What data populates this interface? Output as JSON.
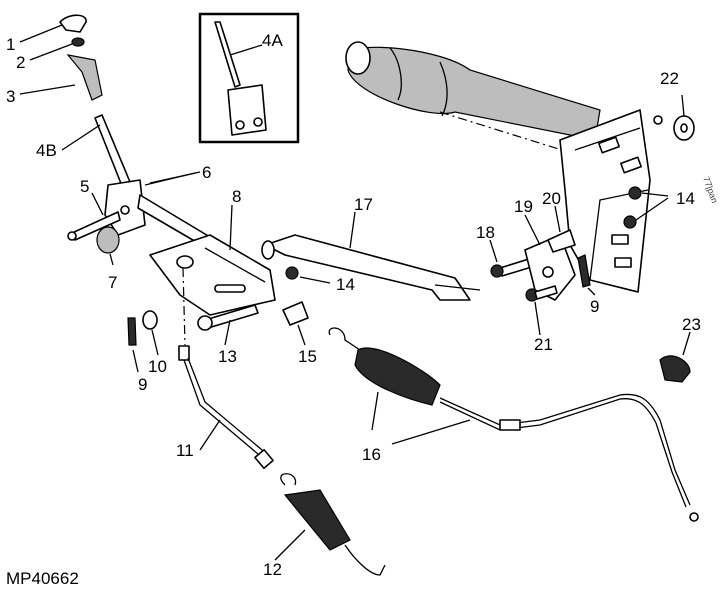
{
  "diagram": {
    "catalog_number": "MP40662",
    "edge_note": "77|pan",
    "callouts": [
      "1",
      "2",
      "3",
      "4B",
      "4A",
      "5",
      "6",
      "7",
      "8",
      "9",
      "10",
      "9",
      "11",
      "12",
      "13",
      "14",
      "15",
      "16",
      "17",
      "18",
      "19",
      "20",
      "9",
      "21",
      "22",
      "14",
      "23",
      "14"
    ]
  }
}
